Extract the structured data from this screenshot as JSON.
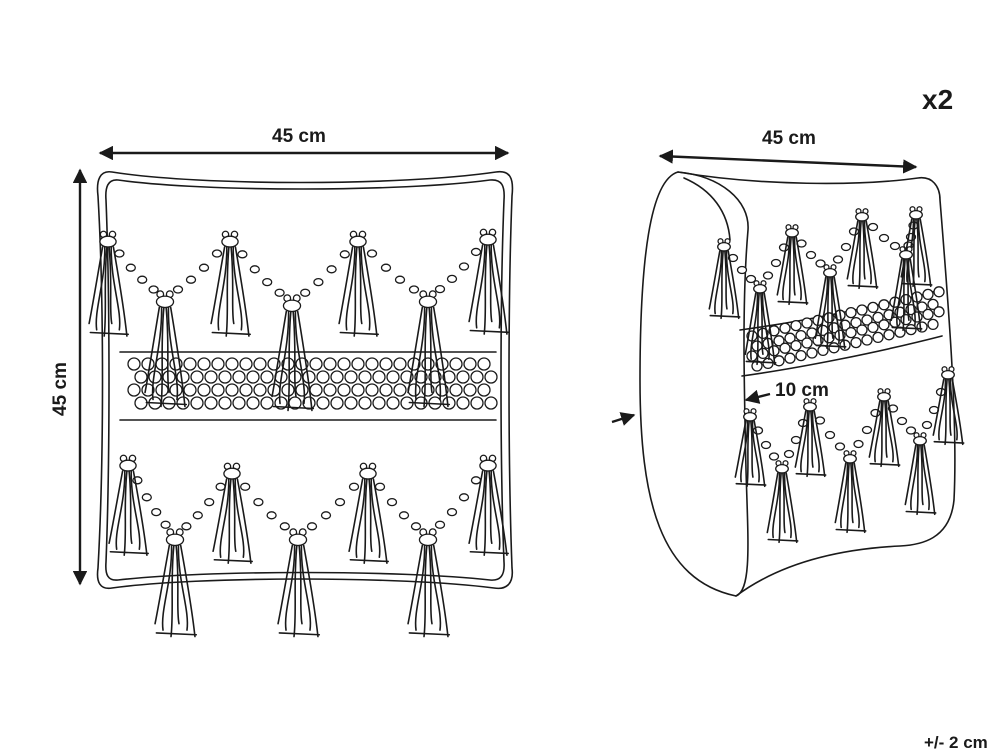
{
  "quantity": "x2",
  "front_view": {
    "width_label": "45 cm",
    "height_label": "45 cm"
  },
  "side_view": {
    "width_label": "45 cm",
    "depth_label": "10 cm"
  },
  "tolerance": "+/- 2 cm"
}
